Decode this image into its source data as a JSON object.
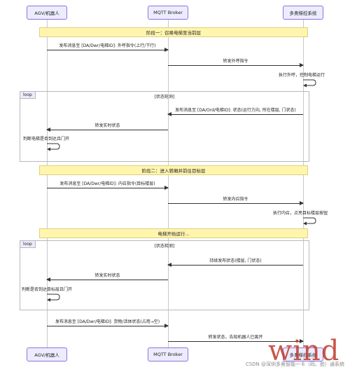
{
  "actors": {
    "agv": "AGV/机器人",
    "mqtt": "MQTT Broker",
    "elevator": "多奥梯控系统"
  },
  "phases": {
    "phase1": "阶段一：召唤电梯至当前层",
    "phase2": "阶段二：进入轿厢并前往目标层",
    "running": "电梯开始运行..."
  },
  "loop": {
    "tag": "loop",
    "cond1": "[状态轮询]",
    "cond2": "[状态检测]"
  },
  "messages": {
    "m1": "发布消息至 [DA/Dwr/电梯ID]: 外呼指令(上行/下行)",
    "m2": "转发外呼指令",
    "m3": "执行外呼，控制电梯运行",
    "m4": "发布消息至 [DA/Ord/电梯ID]: 状态(运行方向, 所在楼层, 门状态)",
    "m5": "转发实时状态",
    "m6": "判断电梯是否到达且门开",
    "m7": "发布消息至 [DA/Dwr/电梯ID]: 内召指令(目标楼层)",
    "m8": "转发内召指令",
    "m9": "执行内召，点亮目标楼层按钮",
    "m10": "持续发布状态(楼层, 门状态)",
    "m11": "转发实时状态",
    "m12": "判断是否到达目标层且门开",
    "m13": "发布消息至 [DA/Dwr/电梯ID]: 货物/活体状态(占用→空)",
    "m14": "转发状态，告知机器人已离开"
  },
  "watermark": "CSDN @深圳多奥智能一卡（码、脸）通系统",
  "overlay_text": "wind"
}
